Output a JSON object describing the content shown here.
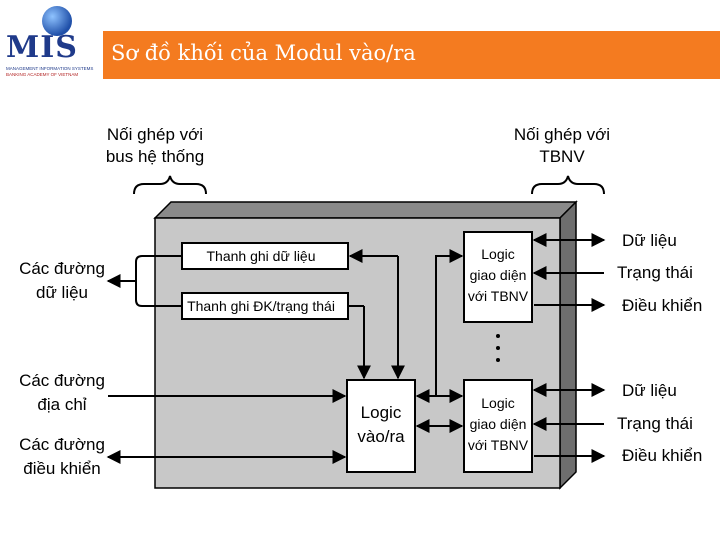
{
  "header": {
    "logo_text": "MIS",
    "logo_subtitle_1": "MANAGEMENT INFORMATION SYSTEMS",
    "logo_subtitle_2": "BANKING ACADEMY OF VIETNAM",
    "title": "Sơ đồ khối của Modul vào/ra"
  },
  "diagram": {
    "top_left_label": [
      "Nối ghép với",
      "bus hệ thống"
    ],
    "top_right_label": [
      "Nối ghép với",
      "TBNV"
    ],
    "left_labels": {
      "data_lines": [
        "Các đường",
        "dữ liệu"
      ],
      "address_lines": [
        "Các đường",
        "địa chỉ"
      ],
      "control_lines": [
        "Các đường",
        "điều khiển"
      ]
    },
    "registers": {
      "data_register": "Thanh ghi dữ liệu",
      "status_register": "Thanh ghi ĐK/trạng thái"
    },
    "io_logic": [
      "Logic",
      "vào/ra"
    ],
    "device_interface": [
      "Logic",
      "giao diện",
      "với TBNV"
    ],
    "ellipsis": "·\n·\n·",
    "right_signals": [
      "Dữ liệu",
      "Trạng thái",
      "Điều khiển"
    ]
  }
}
